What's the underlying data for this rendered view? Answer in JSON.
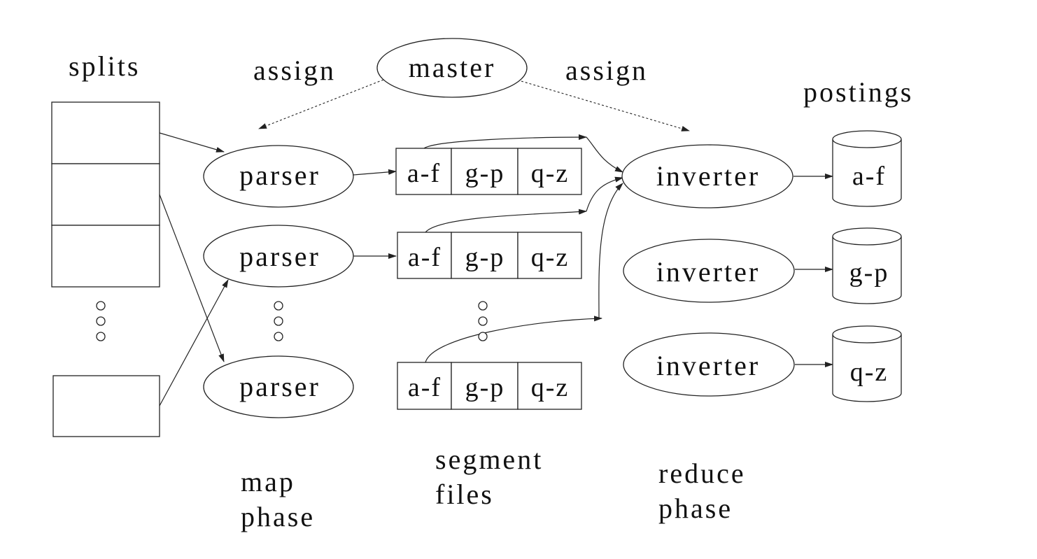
{
  "labels": {
    "splits": "splits",
    "master": "master",
    "assign_left": "assign",
    "assign_right": "assign",
    "postings": "postings",
    "map_phase": [
      "map",
      "phase"
    ],
    "segment_files": [
      "segment",
      "files"
    ],
    "reduce_phase": [
      "reduce",
      "phase"
    ]
  },
  "parsers": [
    "parser",
    "parser",
    "parser"
  ],
  "segments": [
    [
      "a-f",
      "g-p",
      "q-z"
    ],
    [
      "a-f",
      "g-p",
      "q-z"
    ],
    [
      "a-f",
      "g-p",
      "q-z"
    ]
  ],
  "inverters": [
    "inverter",
    "inverter",
    "inverter"
  ],
  "postings": [
    "a-f",
    "g-p",
    "q-z"
  ]
}
